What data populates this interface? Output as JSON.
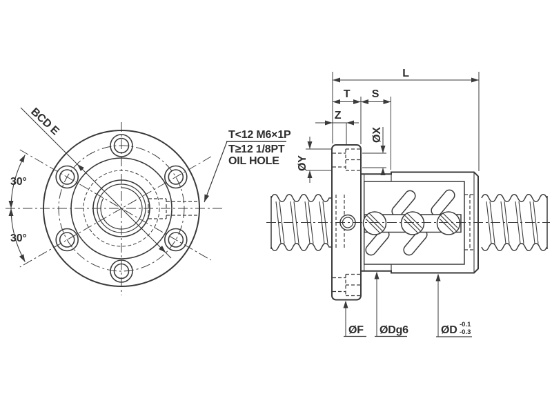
{
  "front_view": {
    "bcd_label": "BCD E",
    "angle_upper": "30°",
    "angle_lower": "30°"
  },
  "note": {
    "line1": "T<12 M6×1P",
    "line2": "T≥12 1/8PT",
    "line3": "OIL HOLE"
  },
  "dims": {
    "length": "L",
    "flange_thickness": "T",
    "spigot_length": "S",
    "oil_hole_offset": "Z",
    "hole_dia": "ØX",
    "counterbore_dia": "ØY",
    "flange_dia": "ØF",
    "fit_dia": "ØDg6",
    "outer_dia": "ØD",
    "tol_upper": "-0.1",
    "tol_lower": "-0.3"
  },
  "colors": {
    "line": "#3a3a3a",
    "text": "#2d2d2d",
    "background": "#ffffff"
  }
}
